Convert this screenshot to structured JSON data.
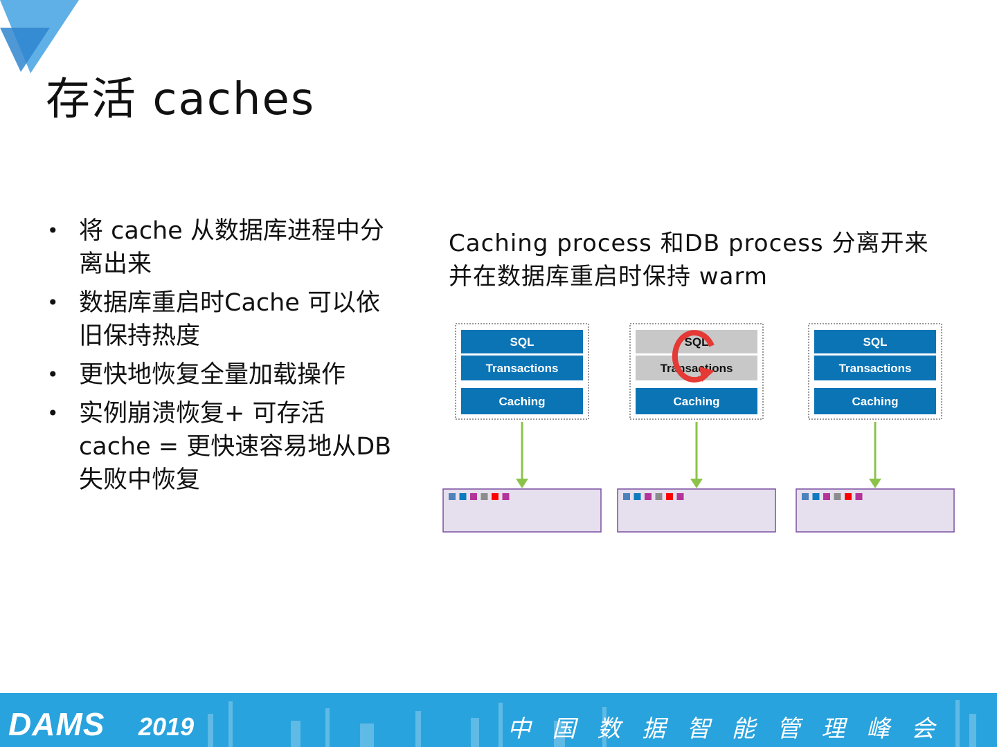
{
  "slide": {
    "title": "存活 caches",
    "bullets": [
      "将 cache 从数据库进程中分离出来",
      "数据库重启时Cache 可以依旧保持热度",
      "更快地恢复全量加载操作",
      "实例崩溃恢复+ 可存活 cache = 更快速容易地从DB失败中恢复"
    ],
    "caption": "Caching process 和DB process 分离开来并在数据库重启时保持 warm"
  },
  "diagram": {
    "nodes": [
      {
        "sql": "SQL",
        "transactions": "Transactions",
        "caching": "Caching",
        "state": "running"
      },
      {
        "sql": "SQL",
        "transactions": "Transactions",
        "caching": "Caching",
        "state": "restarting"
      },
      {
        "sql": "SQL",
        "transactions": "Transactions",
        "caching": "Caching",
        "state": "running"
      }
    ],
    "colors": {
      "layer_blue": "#0b74b5",
      "layer_gray": "#c8c8c8",
      "arrow_green": "#8bc34a",
      "cache_fill": "#e6e0ee",
      "cache_border": "#7a4fa0",
      "restart_red": "#e53935"
    },
    "cache_squares": [
      "#4f81bd",
      "#0e7bbf",
      "#b4349a",
      "#8c8c8c",
      "#ff0000",
      "#b4349a"
    ],
    "icons": [
      "restart-arrow-icon"
    ]
  },
  "footer": {
    "logo": "DAMS",
    "year": "2019",
    "event_name": "中 国 数 据 智 能 管 理 峰 会",
    "background": "#29a3de"
  }
}
